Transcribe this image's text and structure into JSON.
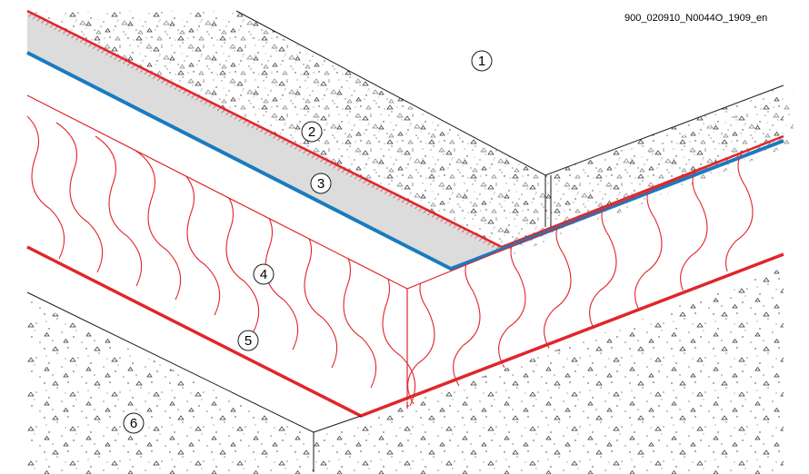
{
  "reference_code": "900_020910_N0044O_1909_en",
  "callouts": [
    {
      "label": "1",
      "part": "upper-concrete"
    },
    {
      "label": "2",
      "part": "protective-layer"
    },
    {
      "label": "3",
      "part": "waterproofing-membrane"
    },
    {
      "label": "4",
      "part": "insulation"
    },
    {
      "label": "5",
      "part": "vapour-control-layer"
    },
    {
      "label": "6",
      "part": "base-slab"
    }
  ],
  "colors": {
    "outline": "#1a1a1a",
    "insulation": "#e0262b",
    "membrane_blue": "#1a7bbf",
    "protective_fill": "#dcdcdc",
    "concrete_speckle": "#333333"
  }
}
